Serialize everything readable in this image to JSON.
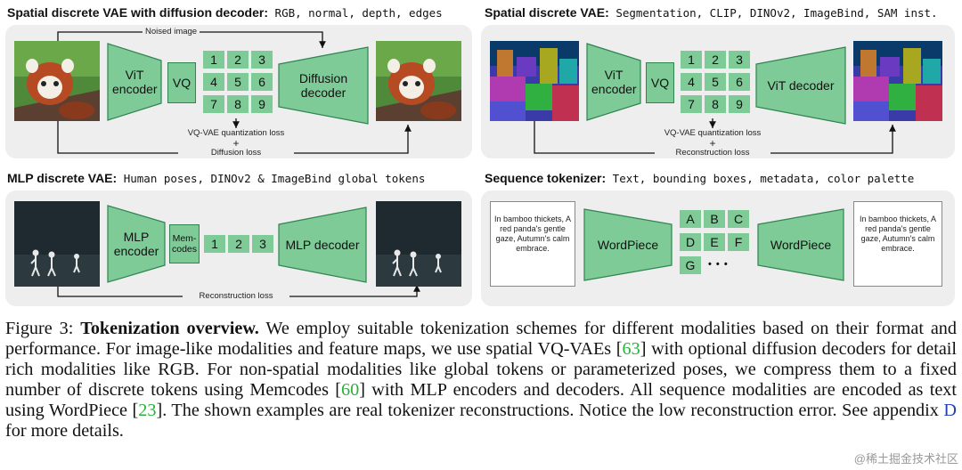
{
  "panels": {
    "p1": {
      "title_bold": "Spatial discrete VAE with diffusion decoder:",
      "title_rest": " RGB, normal, depth, edges",
      "encoder": "ViT encoder",
      "vq": "VQ",
      "tokens": [
        "1",
        "2",
        "3",
        "4",
        "5",
        "6",
        "7",
        "8",
        "9"
      ],
      "decoder": "Diffusion decoder",
      "top_arrow_label": "Noised image",
      "loss1": "VQ-VAE quantization loss",
      "plus": "+",
      "loss2": "Diffusion loss"
    },
    "p2": {
      "title_bold": "Spatial discrete VAE:",
      "title_rest": " Segmentation, CLIP, DINOv2, ImageBind, SAM inst.",
      "encoder": "ViT encoder",
      "vq": "VQ",
      "tokens": [
        "1",
        "2",
        "3",
        "4",
        "5",
        "6",
        "7",
        "8",
        "9"
      ],
      "decoder": "ViT decoder",
      "loss1": "VQ-VAE quantization loss",
      "plus": "+",
      "loss2": "Reconstruction loss"
    },
    "p3": {
      "title_bold": "MLP discrete VAE:",
      "title_rest": " Human poses, DINOv2 & ImageBind global tokens",
      "encoder": "MLP encoder",
      "memcodes": "Mem- codes",
      "tokens": [
        "1",
        "2",
        "3"
      ],
      "decoder": "MLP decoder",
      "loss": "Reconstruction loss"
    },
    "p4": {
      "title_bold": "Sequence tokenizer:",
      "title_rest": " Text, bounding boxes, metadata, color palette",
      "input_text": "In bamboo thickets, A red panda's gentle gaze, Autumn's calm embrace.",
      "encoder": "WordPiece",
      "tokens": [
        "A",
        "B",
        "C",
        "D",
        "E",
        "F",
        "G"
      ],
      "ellipsis": "• • •",
      "decoder": "WordPiece",
      "output_text": "In bamboo thickets, A red panda's gentle gaze, Autumn's calm embrace."
    }
  },
  "caption": {
    "label": "Figure 3: ",
    "bold": "Tokenization overview.",
    "t1": " We employ suitable tokenization schemes for different modalities based on their format and performance. For image-like modalities and feature maps, we use spatial VQ-VAEs [",
    "r1": "63",
    "t2": "] with optional diffusion decoders for detail rich modalities like RGB. For non-spatial modalities like global tokens or parameterized poses, we compress them to a fixed number of discrete tokens using Memcodes [",
    "r2": "60",
    "t3": "] with MLP encoders and decoders. All sequence modalities are encoded as text using WordPiece [",
    "r3": "23",
    "t4": "]. The shown examples are real tokenizer reconstructions. Notice the low reconstruction error. See appendix ",
    "r4": "D",
    "t5": " for more details."
  },
  "watermark": "@稀土掘金技术社区",
  "colors": {
    "panel_bg": "#eeeeee",
    "module_fill": "#7ecb97",
    "module_stroke": "#2f8450",
    "ref_green": "#2bb03a",
    "ref_blue": "#1f3fb5"
  }
}
